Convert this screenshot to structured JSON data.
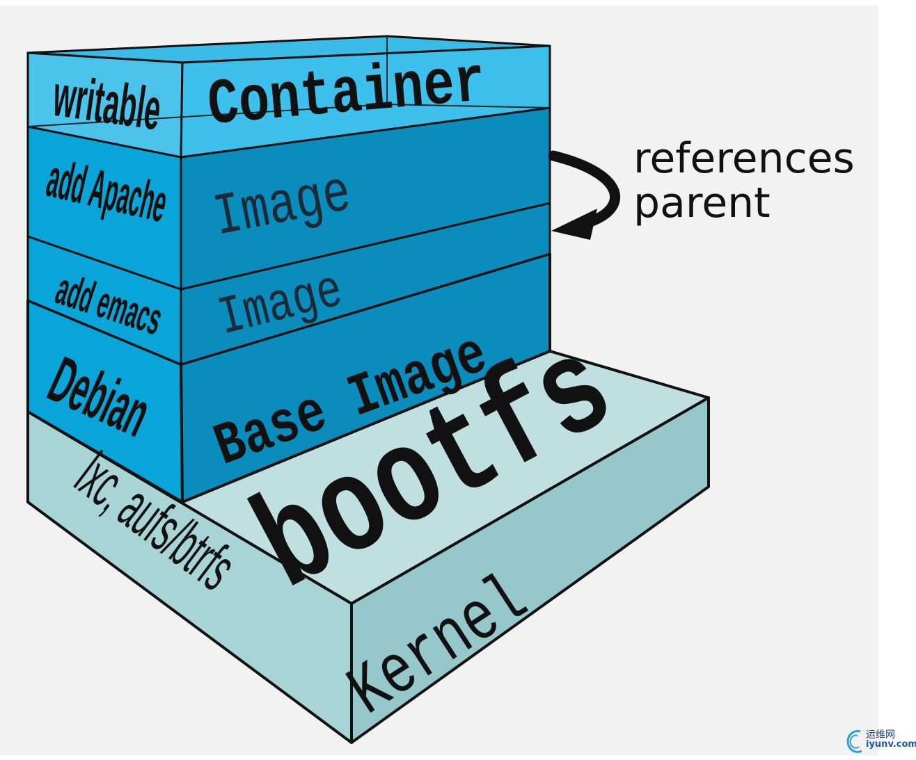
{
  "layers": {
    "container": {
      "side": "writable",
      "front": "Container"
    },
    "apache": {
      "side": "add Apache",
      "front": "Image"
    },
    "emacs": {
      "side": "add emacs",
      "front": "Image"
    },
    "base": {
      "side": "Debian",
      "front": "Base Image"
    },
    "kernel": {
      "side": "lxc, aufs/btrfs",
      "top": "bootfs",
      "front": "Kernel"
    }
  },
  "annotation": {
    "line1": "references",
    "line2": "parent"
  },
  "watermark": {
    "cn": "运维网",
    "en": "iyunv.com"
  },
  "colors": {
    "container_side": "#4cc3ea",
    "container_front": "#3ec0ec",
    "container_top": "#3bbce8",
    "image_side": "#0aa5d8",
    "image_front": "#0a8cbc",
    "kernel_top": "#bfdfe0",
    "kernel_side": "#a9d4d6",
    "kernel_front": "#96c8cb",
    "outline": "#111111",
    "background": "#f2f2f2"
  }
}
